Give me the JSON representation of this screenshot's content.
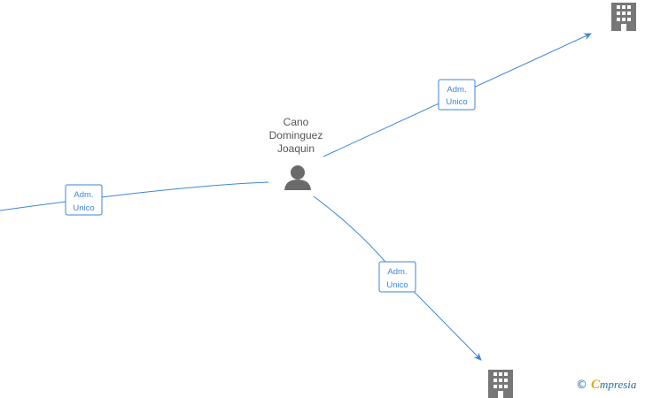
{
  "person": {
    "name_lines": [
      "Cano",
      "Dominguez",
      "Joaquin"
    ],
    "icon": "person-icon"
  },
  "edges": [
    {
      "id": "edge-top-right",
      "label_lines": [
        "Adm.",
        "Unico"
      ],
      "target_icon": "building-icon"
    },
    {
      "id": "edge-left",
      "label_lines": [
        "Adm.",
        "Unico"
      ],
      "target_icon": ""
    },
    {
      "id": "edge-bottom",
      "label_lines": [
        "Adm.",
        "Unico"
      ],
      "target_icon": "building-icon"
    }
  ],
  "watermark": {
    "copyright_symbol": "©",
    "brand_initial": "C",
    "brand_rest": "mpresia"
  },
  "colors": {
    "edge": "#3d85d6",
    "node_icon": "#777777",
    "text": "#555555"
  }
}
